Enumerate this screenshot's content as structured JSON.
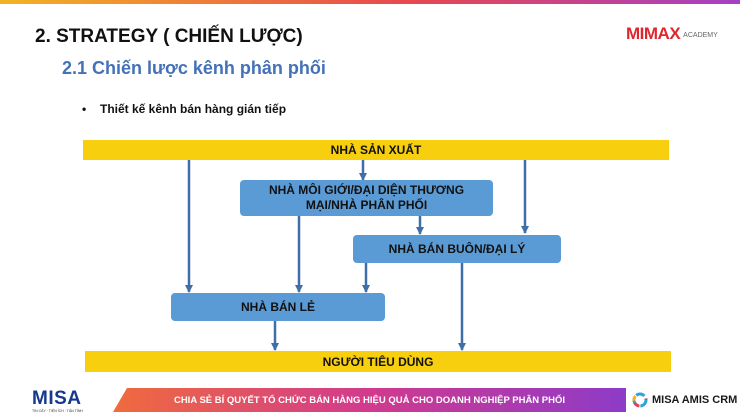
{
  "slide": {
    "title": "2. STRATEGY ( CHIẾN LƯỢC)",
    "subtitle": "2.1 Chiến lược kênh phân phối",
    "bullet": "Thiết kế kênh bán hàng gián tiếp"
  },
  "logos": {
    "mimax_brand": "MIMAX",
    "mimax_sub": "ACADEMY",
    "misa_brand": "MISA",
    "misa_tagline": "TIN CẬY · TIỆN ÍCH · TẬN TÌNH",
    "amis": "MISA AMIS CRM"
  },
  "diagram": {
    "nodes": {
      "manufacturer": "NHÀ SẢN XUẤT",
      "broker_line1": "NHÀ MÔI GIỚI/ĐẠI DIỆN THƯƠNG",
      "broker_line2": "MẠI/NHÀ PHÂN PHỐI",
      "wholesaler": "NHÀ BÁN BUÔN/ĐẠI LÝ",
      "retailer": "NHÀ BÁN LẺ",
      "consumer": "NGƯỜI TIÊU DÙNG"
    },
    "edges": [
      {
        "from": "manufacturer",
        "to": "retailer"
      },
      {
        "from": "manufacturer",
        "to": "broker"
      },
      {
        "from": "manufacturer",
        "to": "wholesaler"
      },
      {
        "from": "broker",
        "to": "retailer"
      },
      {
        "from": "broker",
        "to": "wholesaler"
      },
      {
        "from": "wholesaler",
        "to": "retailer"
      },
      {
        "from": "wholesaler",
        "to": "consumer"
      },
      {
        "from": "retailer",
        "to": "consumer"
      }
    ],
    "colors": {
      "bar": "#f8cf0e",
      "box": "#5b9bd5",
      "arrow": "#3f6fa8"
    }
  },
  "footer": {
    "banner": "CHIA SẺ BÍ QUYẾT TỔ CHỨC BÁN HÀNG HIỆU QUẢ CHO DOANH NGHIỆP PHÂN PHỐI"
  }
}
